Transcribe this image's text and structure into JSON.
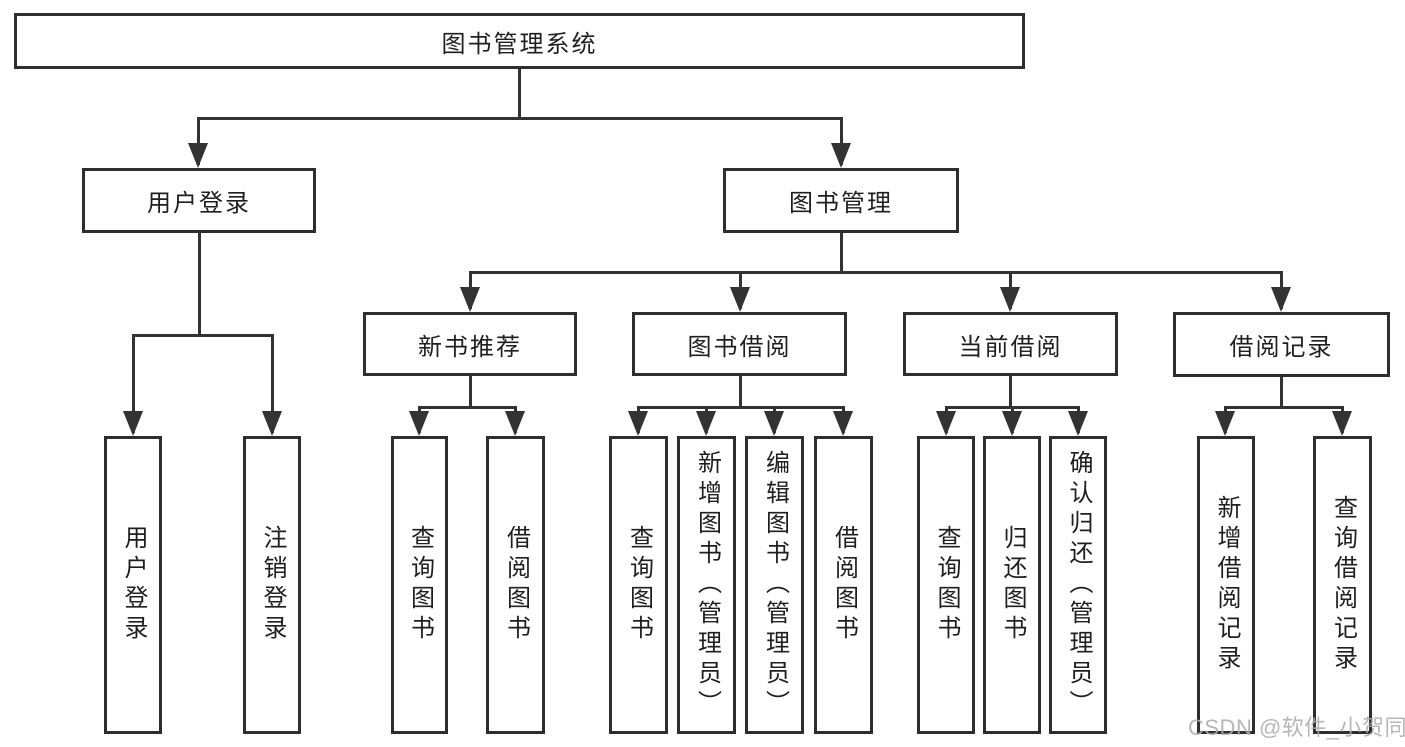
{
  "diagram": {
    "nodes": {
      "root": {
        "label": "图书管理系统"
      },
      "user_login": {
        "label": "用户登录"
      },
      "book_mgmt": {
        "label": "图书管理"
      },
      "new_rec": {
        "label": "新书推荐"
      },
      "book_borrow": {
        "label": "图书借阅"
      },
      "current_borrow": {
        "label": "当前借阅"
      },
      "borrow_record": {
        "label": "借阅记录"
      },
      "ul_user_login": {
        "label": "用户登录"
      },
      "ul_logout": {
        "label": "注销登录"
      },
      "nr_query": {
        "label": "查询图书"
      },
      "nr_borrow": {
        "label": "借阅图书"
      },
      "bb_query": {
        "label": "查询图书"
      },
      "bb_add": {
        "label": "新增图书（管理员）"
      },
      "bb_edit": {
        "label": "编辑图书（管理员）"
      },
      "bb_borrow": {
        "label": "借阅图书"
      },
      "cb_query": {
        "label": "查询图书"
      },
      "cb_return": {
        "label": "归还图书"
      },
      "cb_confirm": {
        "label": "确认归还（管理员）"
      },
      "br_add": {
        "label": "新增借阅记录"
      },
      "br_query": {
        "label": "查询借阅记录"
      }
    },
    "colors": {
      "line": "#333333",
      "border": "#2e2e2e",
      "text": "#1f1f1f",
      "background": "#ffffff",
      "watermark": "#adadad"
    }
  },
  "watermark": {
    "text": "CSDN @软件_小贺同学"
  }
}
